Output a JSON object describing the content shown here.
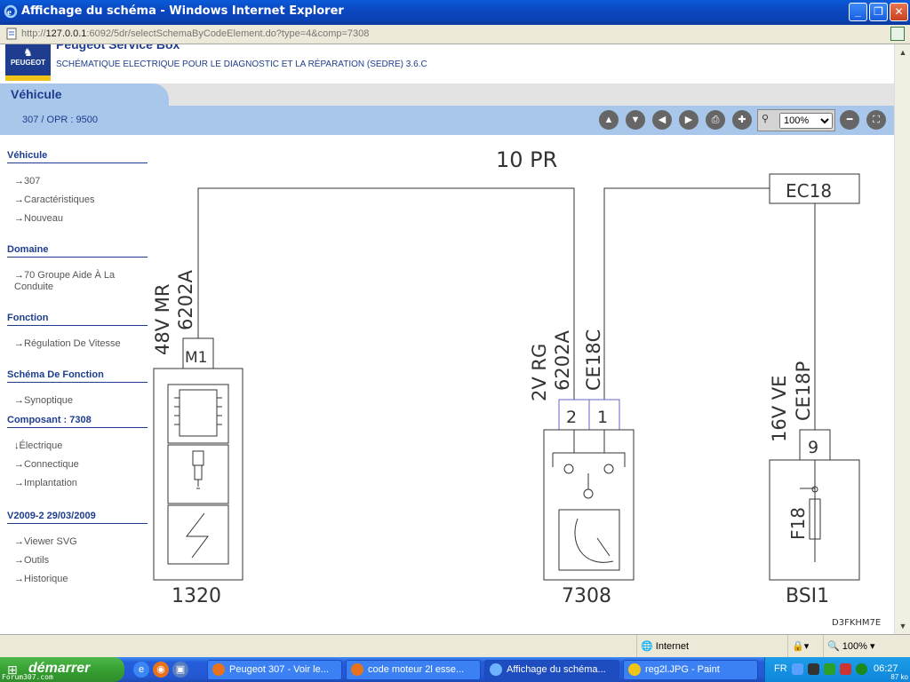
{
  "window": {
    "title": "Affichage du schéma - Windows Internet Explorer",
    "url_prefix": "http://",
    "url_host": "127.0.0.1",
    "url_rest": ":6092/5dr/selectSchemaByCodeElement.do?type=4&comp=7308"
  },
  "app": {
    "logo_text": "PEUGEOT",
    "title_cut": "Peugeot Service Box",
    "subtitle": "SCHÉMATIQUE ELECTRIQUE POUR LE DIAGNOSTIC ET LA RÉPARATION (SEDRE) 3.6.C"
  },
  "tab": {
    "label": "Véhicule"
  },
  "breadcrumb": "307  /  OPR : 9500",
  "toolbar": {
    "zoom_value": "100%",
    "zoom_options": [
      "100%"
    ]
  },
  "sidebar": {
    "sections": [
      {
        "title": "Véhicule",
        "items": [
          "307",
          "Caractéristiques",
          "Nouveau"
        ]
      },
      {
        "title": "Domaine",
        "items": [
          "70 Groupe Aide À La Conduite"
        ]
      },
      {
        "title": "Fonction",
        "items": [
          "Régulation De Vitesse"
        ]
      },
      {
        "title": "Schéma De Fonction",
        "items": [
          "Synoptique"
        ]
      },
      {
        "title": "Composant : 7308",
        "items": [
          "Électrique",
          "Connectique",
          "Implantation"
        ]
      },
      {
        "title": "V2009-2 29/03/2009",
        "items": [
          "Viewer SVG",
          "Outils",
          "Historique"
        ]
      }
    ]
  },
  "schema": {
    "wire_label_top": "10 PR",
    "ec18": "EC18",
    "m1": "M1",
    "left_wire_label_1": "48V MR",
    "left_wire_label_2": "6202A",
    "comp_1320": "1320",
    "mid_wire_label_1": "2V RG",
    "mid_wire_label_2": "6202A",
    "mid_wire_label_3": "CE18C",
    "pin_2": "2",
    "pin_1": "1",
    "comp_7308": "7308",
    "right_wire_label_1": "16V VE",
    "right_wire_label_2": "CE18P",
    "pin_9": "9",
    "fuse": "F18",
    "comp_bsi": "BSI1",
    "ref_code": "D3FKHM7E"
  },
  "statusbar": {
    "zone": "Internet",
    "zoom": "100%"
  },
  "taskbar": {
    "start": "démarrer",
    "watermark": "Forum307.com",
    "tasks": [
      "Peugeot 307 - Voir le...",
      "code moteur 2l esse...",
      "Affichage du schéma...",
      "reg2l.JPG - Paint"
    ],
    "lang": "FR",
    "clock": "06:27",
    "size": "87 ko"
  },
  "colors": {
    "brand": "#1e3d8f",
    "tab_bg": "#a8c7ea",
    "xp_blue": "#245edb",
    "start_green": "#36a132"
  }
}
